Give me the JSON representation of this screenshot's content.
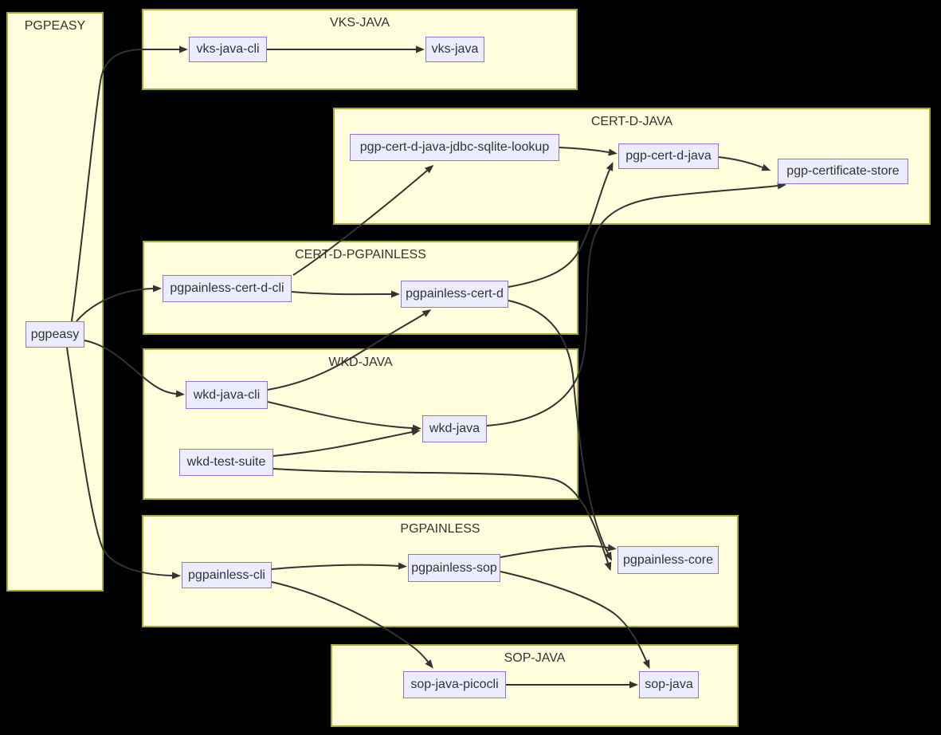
{
  "colors": {
    "background": "#000000",
    "group_fill": "#ffffde",
    "group_border": "#aaaa33",
    "node_fill": "#ececff",
    "node_border": "#9370db",
    "edge": "#333333",
    "text": "#333333"
  },
  "groups": {
    "pgpeasy": {
      "label": "PGPEASY"
    },
    "vks_java": {
      "label": "VKS-JAVA"
    },
    "cert_d_java": {
      "label": "CERT-D-JAVA"
    },
    "cert_d_pgpainless": {
      "label": "CERT-D-PGPAINLESS"
    },
    "wkd_java": {
      "label": "WKD-JAVA"
    },
    "pgpainless": {
      "label": "PGPAINLESS"
    },
    "sop_java": {
      "label": "SOP-JAVA"
    }
  },
  "nodes": {
    "pgpeasy": {
      "label": "pgpeasy"
    },
    "vks_java_cli": {
      "label": "vks-java-cli"
    },
    "vks_java": {
      "label": "vks-java"
    },
    "pgp_cert_d_java_jdbc_sqlite_lookup": {
      "label": "pgp-cert-d-java-jdbc-sqlite-lookup"
    },
    "pgp_cert_d_java": {
      "label": "pgp-cert-d-java"
    },
    "pgp_certificate_store": {
      "label": "pgp-certificate-store"
    },
    "pgpainless_cert_d_cli": {
      "label": "pgpainless-cert-d-cli"
    },
    "pgpainless_cert_d": {
      "label": "pgpainless-cert-d"
    },
    "wkd_java_cli": {
      "label": "wkd-java-cli"
    },
    "wkd_java": {
      "label": "wkd-java"
    },
    "wkd_test_suite": {
      "label": "wkd-test-suite"
    },
    "pgpainless_cli": {
      "label": "pgpainless-cli"
    },
    "pgpainless_sop": {
      "label": "pgpainless-sop"
    },
    "pgpainless_core": {
      "label": "pgpainless-core"
    },
    "sop_java_picocli": {
      "label": "sop-java-picocli"
    },
    "sop_java": {
      "label": "sop-java"
    }
  },
  "edges": [
    {
      "from": "pgpeasy",
      "to": "vks-java-cli"
    },
    {
      "from": "pgpeasy",
      "to": "pgpainless-cert-d-cli"
    },
    {
      "from": "pgpeasy",
      "to": "wkd-java-cli"
    },
    {
      "from": "pgpeasy",
      "to": "pgpainless-cli"
    },
    {
      "from": "vks-java-cli",
      "to": "vks-java"
    },
    {
      "from": "pgp-cert-d-java-jdbc-sqlite-lookup",
      "to": "pgp-cert-d-java"
    },
    {
      "from": "pgp-cert-d-java",
      "to": "pgp-certificate-store"
    },
    {
      "from": "pgpainless-cert-d-cli",
      "to": "pgp-cert-d-java-jdbc-sqlite-lookup"
    },
    {
      "from": "pgpainless-cert-d-cli",
      "to": "pgpainless-cert-d"
    },
    {
      "from": "pgpainless-cert-d",
      "to": "pgp-cert-d-java"
    },
    {
      "from": "pgpainless-cert-d",
      "to": "pgpainless-core"
    },
    {
      "from": "wkd-java-cli",
      "to": "wkd-java"
    },
    {
      "from": "wkd-java-cli",
      "to": "pgpainless-cert-d"
    },
    {
      "from": "wkd-java",
      "to": "pgp-certificate-store"
    },
    {
      "from": "wkd-test-suite",
      "to": "wkd-java"
    },
    {
      "from": "wkd-test-suite",
      "to": "pgpainless-core"
    },
    {
      "from": "pgpainless-cli",
      "to": "pgpainless-sop"
    },
    {
      "from": "pgpainless-sop",
      "to": "pgpainless-core"
    },
    {
      "from": "pgpainless-cli",
      "to": "sop-java-picocli"
    },
    {
      "from": "pgpainless-sop",
      "to": "sop-java"
    },
    {
      "from": "sop-java-picocli",
      "to": "sop-java"
    }
  ]
}
